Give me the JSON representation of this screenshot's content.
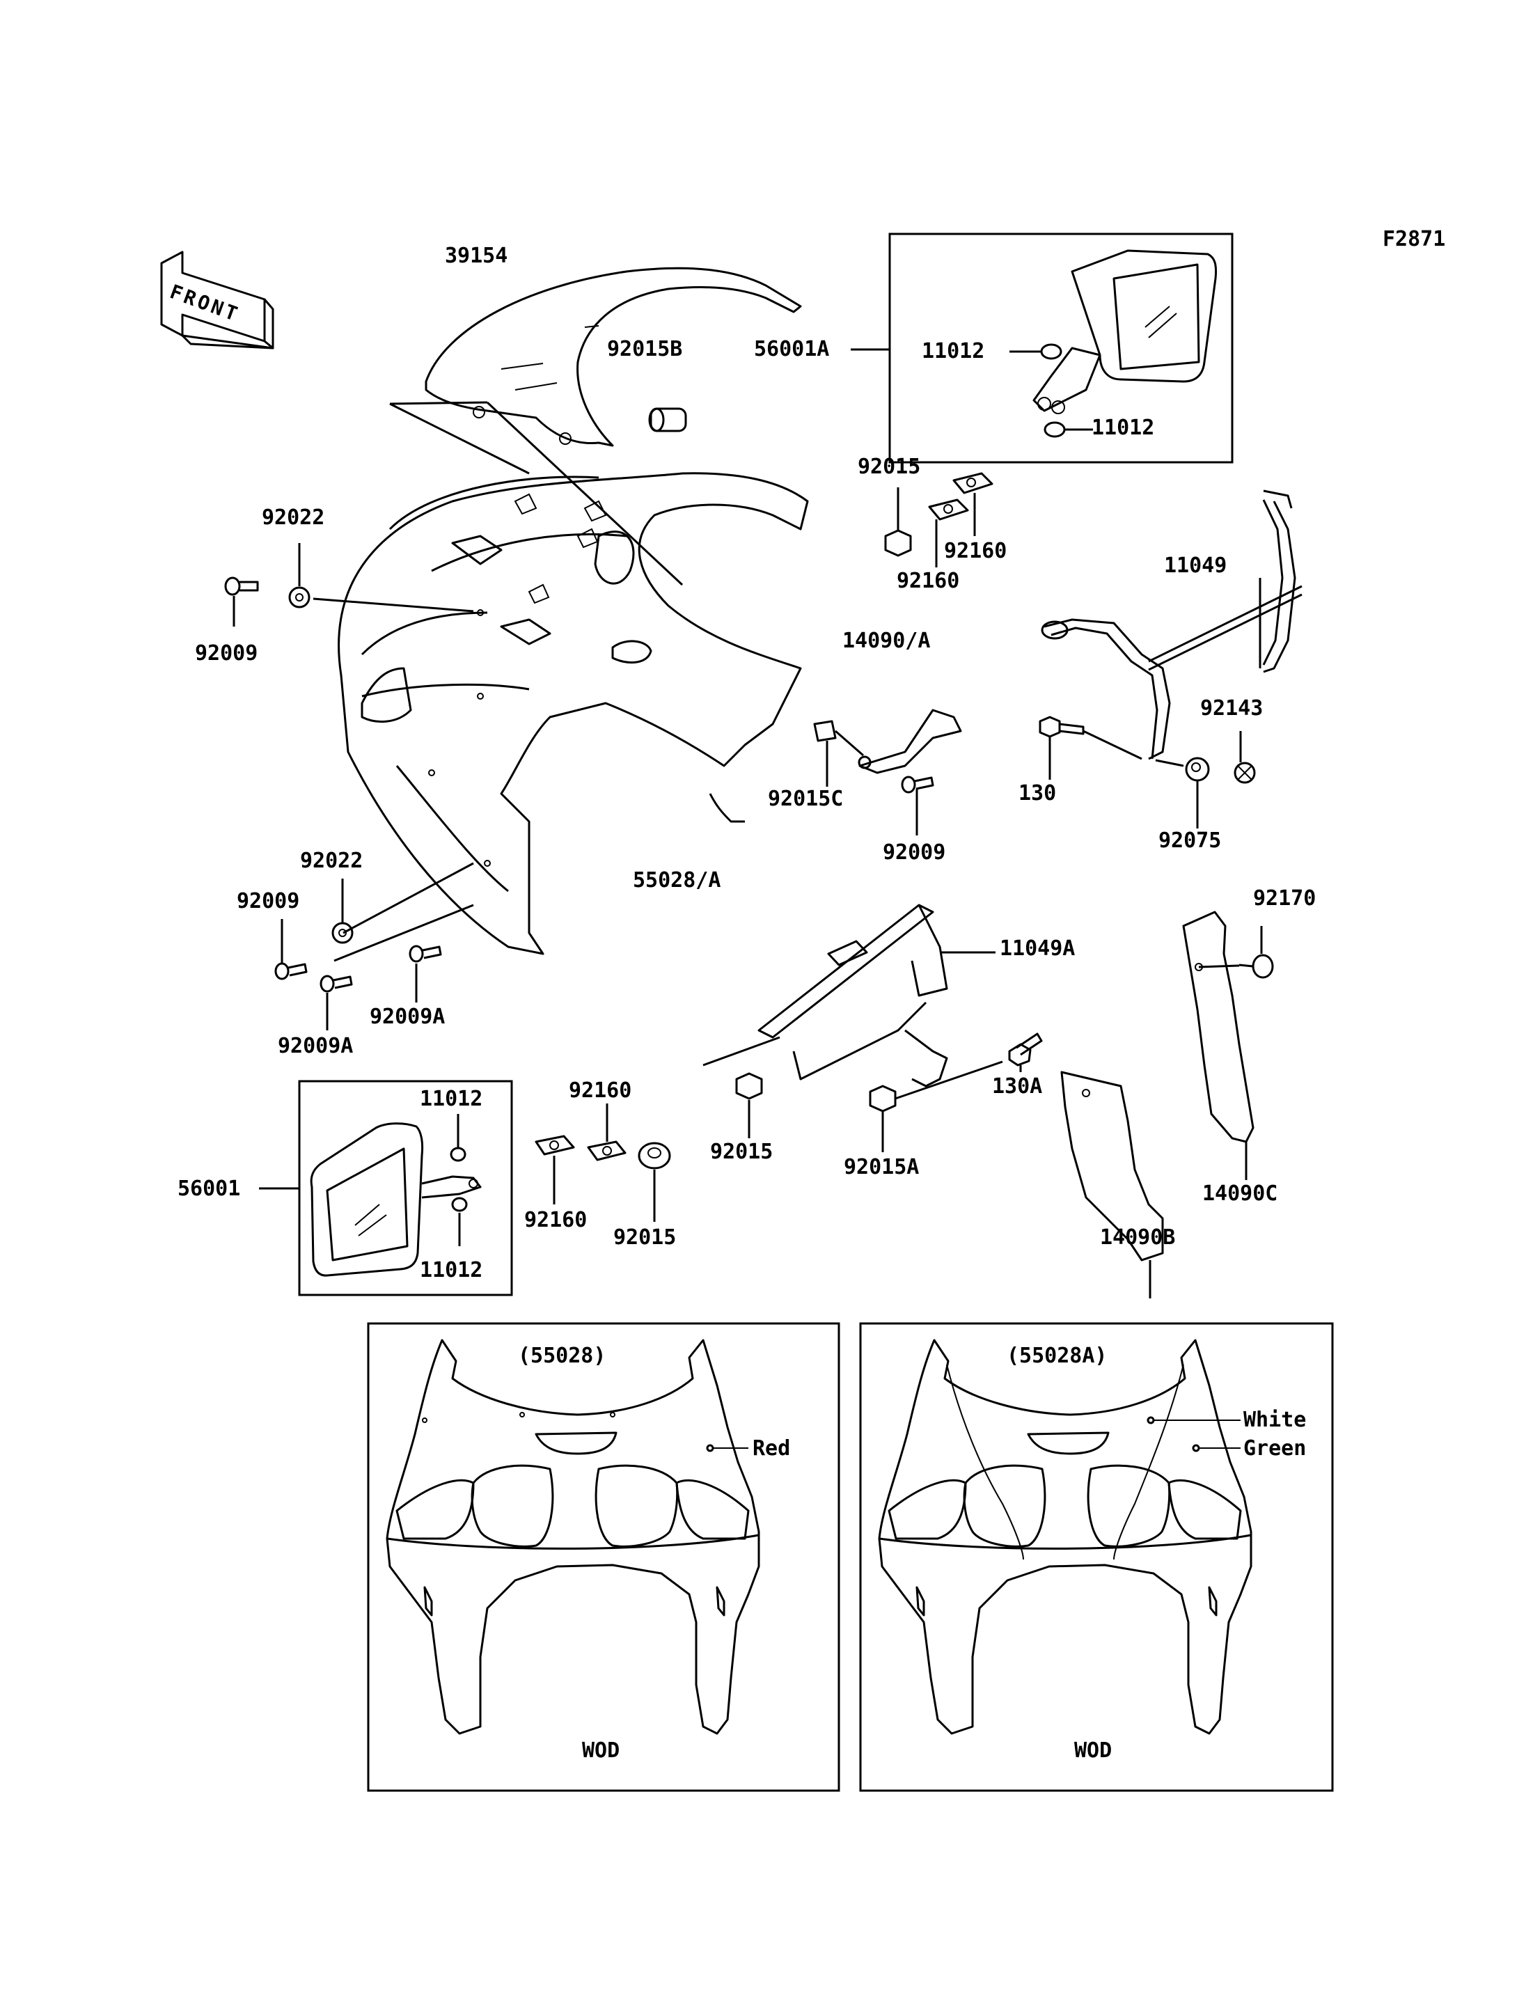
{
  "figure_code": "F2871",
  "front_label": "FRONT",
  "labels": {
    "p39154": "39154",
    "p92015B": "92015B",
    "p56001A": "56001A",
    "p11012a": "11012",
    "p11012b": "11012",
    "p92015a": "92015",
    "p92160a": "92160",
    "p92160b": "92160",
    "p92022a": "92022",
    "p92009a": "92009",
    "p11049": "11049",
    "p14090A": "14090/A",
    "p92143": "92143",
    "p130": "130",
    "p92015C": "92015C",
    "p92009b": "92009",
    "p92075": "92075",
    "p55028A": "55028/A",
    "p92022b": "92022",
    "p92009c": "92009",
    "p92170": "92170",
    "p11049A": "11049A",
    "p92009A1": "92009A",
    "p92009A2": "92009A",
    "p130A": "130A",
    "p11012c": "11012",
    "p92160c": "92160",
    "p56001": "56001",
    "p92015d": "92015",
    "p92015A": "92015A",
    "p14090C": "14090C",
    "p92160d": "92160",
    "p92015e": "92015",
    "p14090B": "14090B",
    "p11012d": "11012"
  },
  "variants": [
    {
      "title": "(55028)",
      "callouts": [
        "Red"
      ],
      "footer": "WOD"
    },
    {
      "title": "(55028A)",
      "callouts": [
        "White",
        "Green"
      ],
      "footer": "WOD"
    }
  ]
}
